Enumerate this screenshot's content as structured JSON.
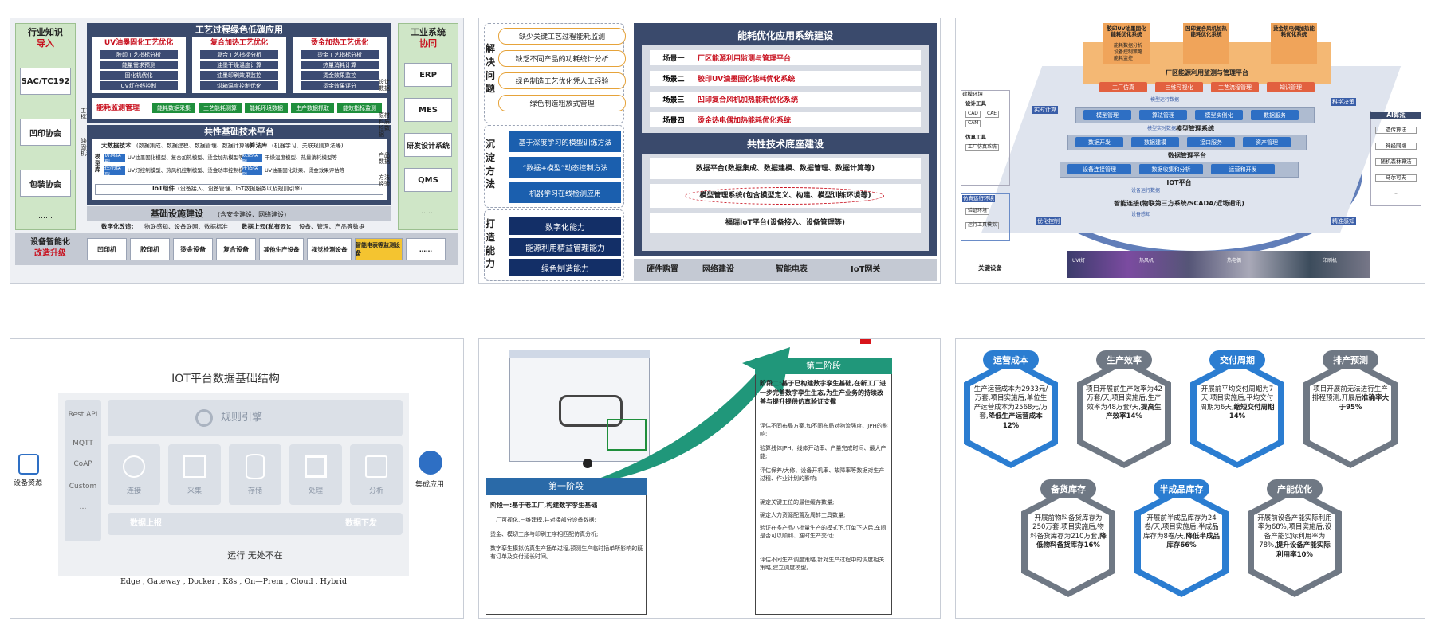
{
  "p1": {
    "left_title": "行业知识",
    "left_sub": "导入",
    "left_items": [
      "SAC/TC192",
      "凹印协会",
      "包装协会",
      "……"
    ],
    "mid_title": "工艺过程绿色低碳应用",
    "col1": {
      "title": "UV油墨固化工艺优化",
      "items": [
        "胶印工艺指标分析",
        "能量需求预测",
        "固化机优化",
        "UV灯在线控制"
      ]
    },
    "col2": {
      "title": "复合加热工艺优化",
      "items": [
        "复合工艺指标分析",
        "油墨干燥温度计算",
        "油墨印刷效果监控",
        "烘箱温度控制优化"
      ]
    },
    "col3": {
      "title": "烫金加热工艺优化",
      "items": [
        "烫金工艺指标分析",
        "热量消耗计算",
        "烫金效果监控",
        "烫金效果评分"
      ]
    },
    "energy": "能耗监测管理",
    "energy_items": [
      "能耗数据采集",
      "工艺能耗测算",
      "能耗环境数据",
      "生产数据抓取",
      "能效指标监测"
    ],
    "common_title": "共性基础技术平台",
    "bigdata": "大数据技术",
    "bigdata_desc": "(数据集成、数据建模、数据管理、数据计算等)",
    "algo": "算法库",
    "algo_desc": "(机器学习、关联规则算法等)",
    "model_lib": "模型库",
    "m1": "仿真模型",
    "m1_desc": "UV油墨固化模型、复合加热模型、烫金加热模型等",
    "m2": "控制模型",
    "m2_desc": "UV灯控制模型、热风机控制模型、烫金功率控制模型等",
    "m3": "数据模型",
    "m3_desc": "干燥温度模型、热量消耗模型等",
    "m4": "评估模型",
    "m4_desc": "UV油墨固化效果、烫金效果评估等",
    "iot": "IoT组件",
    "iot_desc": "(设备接入、设备管理、IoT数据服务以及规则引擎)",
    "infra": "基础设施建设",
    "infra_desc": "(含安全建设、网络建设)",
    "digital": "数字化改造:",
    "digital_desc": "物联感知、设备联网、数据标准",
    "cloud": "数据上云(私有云):",
    "cloud_desc": "设备、管理、产品等数据",
    "side_left": [
      "工艺标准",
      "油墨固化机理"
    ],
    "side_right": [
      "设计数据",
      "原材料质检数据",
      "产品数据",
      "方法经验"
    ],
    "right_title": "工业系统",
    "right_sub": "协同",
    "right_items": [
      "ERP",
      "MES",
      "研发设计系统",
      "QMS",
      "……"
    ],
    "dev_title": "设备智能化",
    "dev_sub": "改造升级",
    "devices": [
      "凹印机",
      "胶印机",
      "烫金设备",
      "复合设备",
      "其他生产设备",
      "视觉检测设备",
      "智能电表等监测设备",
      "……"
    ]
  },
  "p2": {
    "g1_label": "解决问题",
    "g1_items": [
      "缺少关键工艺过程能耗监测",
      "缺乏不同产品的功耗统计分析",
      "绿色制造工艺优化凭人工经验",
      "绿色制造粗放式管理"
    ],
    "g2_label": "沉淀方法",
    "g2_items": [
      "基于深度学习的模型训练方法",
      "“数据+模型”动态控制方法",
      "机器学习在线检测应用"
    ],
    "g3_label": "打造能力",
    "g3_items": [
      "数字化能力",
      "能源利用精益管理能力",
      "绿色制造能力"
    ],
    "r_title": "能耗优化应用系统建设",
    "scenes": [
      {
        "k": "场景一",
        "v": "厂区能源利用监测与管理平台"
      },
      {
        "k": "场景二",
        "v": "胶印UV油墨固化能耗优化系统"
      },
      {
        "k": "场景三",
        "v": "凹印复合风机加热能耗优化系统"
      },
      {
        "k": "场景四",
        "v": "烫金热电偶加热能耗优化系统"
      }
    ],
    "base_title": "共性技术底座建设",
    "data_platform": "数据平台(数据集成、数据建模、数据管理、数据计算等)",
    "model_sys": "模型管理系统(包含模型定义、构建、模型训练环境等)",
    "iot_platform": "福瑞IoT平台(设备接入、设备管理等)",
    "hardware": [
      "硬件购置",
      "网络建设",
      "智能电表",
      "IoT网关"
    ]
  },
  "p3": {
    "top_boxes": [
      "胶印UV油墨固化能耗优化系统",
      "凹印复合风机加热能耗优化系统",
      "烫金热电偶加热能耗优化系统"
    ],
    "top_sub": [
      "能耗数据分析",
      "设备控制策略",
      "能耗监控"
    ],
    "plant_title": "厂区能源利用监测与管理平台",
    "plant_items": [
      "工厂仿真",
      "三维可视化",
      "工艺流程管理",
      "知识管理"
    ],
    "left_box": "建模环境",
    "design_tools": "设计工具",
    "design_items": [
      "CAD",
      "CAE",
      "CAM",
      "…"
    ],
    "sim_tools": "仿真工具",
    "sim_items": [
      "工厂仿真系统",
      "…"
    ],
    "ops": "仿真运行环境",
    "ops_items": [
      "验证环境",
      "运行工具模拟"
    ],
    "model_sys": "模型管理系统",
    "model_items": [
      "模型管理",
      "算法管理",
      "模型实例化",
      "数据服务"
    ],
    "data_platform": "数据管理平台",
    "data_items": [
      "数据开发",
      "数据建模",
      "接口服务",
      "资产管理"
    ],
    "iot_platform": "IOT平台",
    "iot_items": [
      "设备连接管理",
      "数据收集和分析",
      "运营和开发"
    ],
    "smart_conn": "智能连接(物联第三方系统/SCADA/近场通讯)",
    "key_devices": "关键设备",
    "device_names": [
      "UVI灯",
      "热风机",
      "",
      "热电偶",
      "",
      "印刷机"
    ],
    "ai_title": "AI算法",
    "ai_items": [
      "遗传算法",
      "神经网络",
      "随机森林算法",
      "马尔可夫",
      "…"
    ],
    "arrows": [
      "实时计算",
      "科学决策",
      "优化控制",
      "精准感知"
    ],
    "mid_labels": [
      "模型运行数据",
      "模型实时数据",
      "设备运行数据",
      "设备感知"
    ]
  },
  "p4": {
    "title": "IOT平台数据基础结构",
    "protocols": [
      "Rest API",
      "MQTT",
      "CoAP",
      "Custom",
      "…"
    ],
    "engine": "规则引擎",
    "modules": [
      "连接",
      "采集",
      "存储",
      "处理",
      "分析"
    ],
    "up": "数据上报",
    "down": "数据下发",
    "left": "设备资源",
    "right": "集成应用",
    "run": "运行 无处不在",
    "envs": "Edge , Gateway , Docker , K8s , On—Prem , Cloud , Hybrid"
  },
  "p5": {
    "stage2_title": "第二阶段",
    "stage2_head": "阶段二:基于已构建数字孪生基础,在新工厂进一步完善数字孪生生态,为生产业务的持续改善与提升提供仿真验证支撑",
    "stage2_items": [
      "评估不同布局方案,如不同布局对物流强度、JPH的影响;",
      "验算线体JPH、线体开动率、产量完成时间、最大产能;",
      "评估保养/大修、设备开机率、故障率等数据对生产过程、作业计划的影响;",
      "确定关键工位的最佳缓存数量;",
      "确定人力资源配置及周转工具数量;",
      "验证在多产品小批量生产的模式下,订单下达后,车间是否可以顺利、准时生产交付;",
      "评估不同生产调度策略,针对生产过程中的调度相关策略,建立调度模型。"
    ],
    "stage1_title": "第一阶段",
    "stage1_head": "阶段一:基于老工厂,构建数字孪生基础",
    "stage1_items": [
      "工厂可视化,三维建模,并对接部分设备数据;",
      "烫金、模切工序与印刷工序相匹配仿真分析;",
      "数字孪生模拟仿真生产插单过程,预测生产临时插单所影响的既有订单及交付延长时间。"
    ]
  },
  "p6": {
    "hexes": [
      {
        "title": "运营成本",
        "text": "生产运营成本为2933元/万套,项目实施后,单位生产运营成本为2568元/万套,",
        "bold": "降低生产运营成本12%",
        "color": "#2b7dd1"
      },
      {
        "title": "生产效率",
        "text": "项目开展前生产效率为42万套/天,项目实施后,生产效率为48万套/天,",
        "bold": "提高生产效率14%",
        "color": "#6f7884"
      },
      {
        "title": "交付周期",
        "text": "开展前平均交付周期为7天,项目实施后,平均交付周期为6天,",
        "bold": "缩短交付周期14%",
        "color": "#2b7dd1"
      },
      {
        "title": "排产预测",
        "text": "项目开展前无法进行生产排程预测,开展后",
        "bold": "准确率大于95%",
        "color": "#6f7884"
      },
      {
        "title": "备货库存",
        "text": "开展前物料备货库存为250万套,项目实施后,物料备货库存为210万套,",
        "bold": "降低物料备货库存16%",
        "color": "#6f7884"
      },
      {
        "title": "半成品库存",
        "text": "开展前半成品库存为24卷/天,项目实施后,半成品库存为8卷/天,",
        "bold": "降低半成品库存66%",
        "color": "#2b7dd1"
      },
      {
        "title": "产能优化",
        "text": "开展前设备产能实际利用率为68%,项目实施后,设备产能实际利用率为78%,",
        "bold": "提升设备产能实际利用率10%",
        "color": "#6f7884"
      }
    ]
  }
}
